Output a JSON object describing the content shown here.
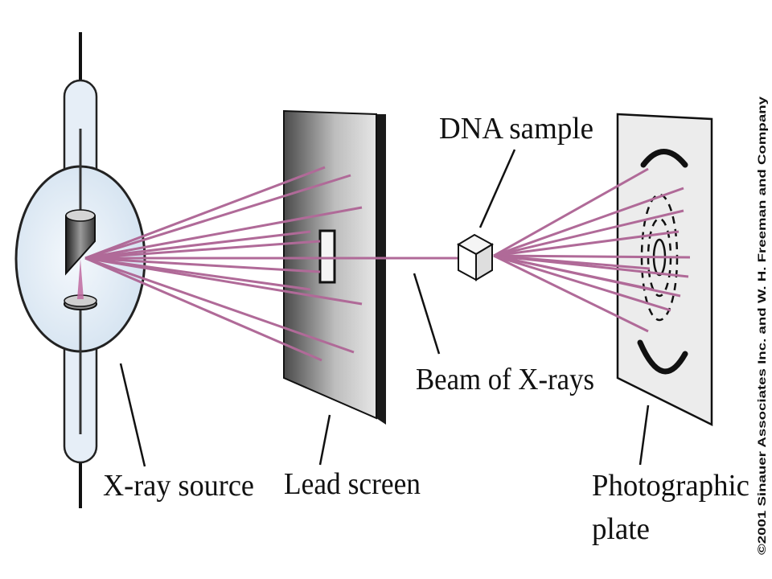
{
  "labels": {
    "dna_sample": "DNA sample",
    "beam": "Beam of X-rays",
    "xray_source": "X-ray source",
    "lead_screen": "Lead screen",
    "plate_line1": "Photographic",
    "plate_line2": "plate"
  },
  "copyright": "©2001 Sinauer Associates Inc. and W. H. Freeman and Company",
  "colors": {
    "ray": "#b06a98",
    "tube_glass": "#e3edf7",
    "plate": "#ececec",
    "screen_dark": "#3a3a3a",
    "screen_light": "#d8d8d8",
    "outline": "#111111"
  }
}
